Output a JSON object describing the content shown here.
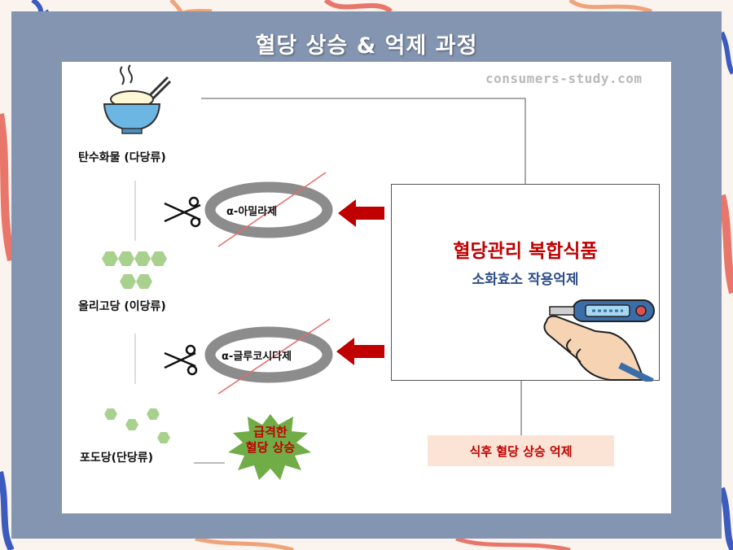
{
  "title": "혈당 상승 & 억제 과정",
  "watermark": "consumers-study.com",
  "stages": {
    "carb": "탄수화물 (다당류)",
    "oligo": "올리고당 (이당류)",
    "glucose": "포도당(단당류)"
  },
  "enzymes": {
    "amylase": "α-아밀라제",
    "glucosidase": "α-글루코시다제"
  },
  "spike": {
    "line1": "급격한",
    "line2": "혈당 상승"
  },
  "product": {
    "title": "혈당관리 복합식품",
    "subtitle": "소화효소 작용억제"
  },
  "result": "식후 혈당 상승 억제",
  "colors": {
    "frame": "#8495b1",
    "accent_red": "#c00000",
    "arrow_red": "#c00000",
    "hexagon": "#a9d18e",
    "burst": "#70ad47",
    "ring": "#8c8c8c",
    "result_bg": "#fbe4d5",
    "subtitle_blue": "#2e4e8a"
  },
  "icons": [
    "rice-bowl-icon",
    "scissors-icon",
    "thermometer-icon",
    "hand-icon"
  ]
}
